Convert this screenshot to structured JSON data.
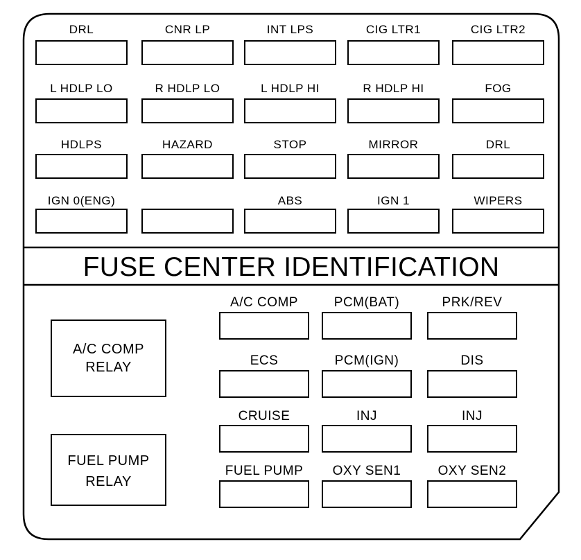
{
  "title": "FUSE CENTER IDENTIFICATION",
  "colors": {
    "line": "#000000",
    "background": "#ffffff"
  },
  "top_rows": [
    [
      "DRL",
      "CNR LP",
      "INT LPS",
      "CIG LTR1",
      "CIG LTR2"
    ],
    [
      "L HDLP LO",
      "R HDLP LO",
      "L HDLP HI",
      "R HDLP HI",
      "FOG"
    ],
    [
      "HDLPS",
      "HAZARD",
      "STOP",
      "MIRROR",
      "DRL"
    ],
    [
      "IGN 0(ENG)",
      "",
      "ABS",
      "IGN 1",
      "WIPERS"
    ]
  ],
  "bottom_rows": [
    [
      "A/C COMP",
      "PCM(BAT)",
      "PRK/REV"
    ],
    [
      "ECS",
      "PCM(IGN)",
      "DIS"
    ],
    [
      "CRUISE",
      "INJ",
      "INJ"
    ],
    [
      "FUEL PUMP",
      "OXY SEN1",
      "OXY SEN2"
    ]
  ],
  "relays": [
    {
      "lines": [
        "A/C COMP",
        "RELAY"
      ]
    },
    {
      "lines": [
        "FUEL PUMP",
        "RELAY"
      ]
    }
  ]
}
